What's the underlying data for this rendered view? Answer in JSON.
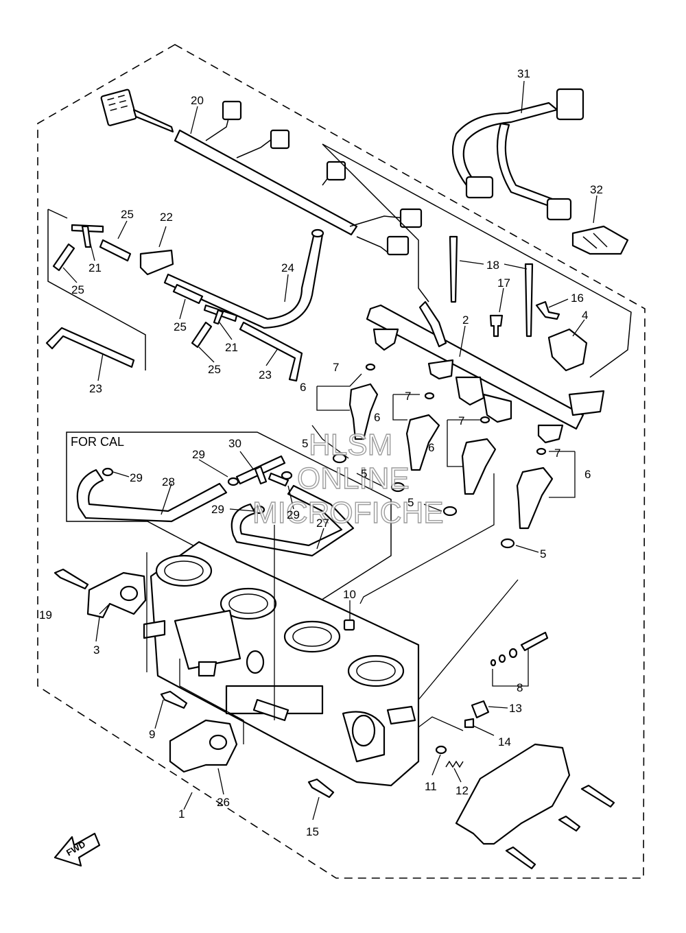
{
  "note": "FOR CAL",
  "arrow_label": "FWD",
  "watermark": [
    "HLSM",
    "ONLINE",
    "MICROFICHE"
  ],
  "callouts": [
    {
      "id": "c31",
      "label": "31"
    },
    {
      "id": "c32",
      "label": "32"
    },
    {
      "id": "c20",
      "label": "20"
    },
    {
      "id": "c25a",
      "label": "25"
    },
    {
      "id": "c22",
      "label": "22"
    },
    {
      "id": "c21a",
      "label": "21"
    },
    {
      "id": "c25b",
      "label": "25"
    },
    {
      "id": "c24",
      "label": "24"
    },
    {
      "id": "c18",
      "label": "18"
    },
    {
      "id": "c17",
      "label": "17"
    },
    {
      "id": "c16",
      "label": "16"
    },
    {
      "id": "c4",
      "label": "4"
    },
    {
      "id": "c2",
      "label": "2"
    },
    {
      "id": "c25c",
      "label": "25"
    },
    {
      "id": "c21b",
      "label": "21"
    },
    {
      "id": "c25d",
      "label": "25"
    },
    {
      "id": "c23a",
      "label": "23"
    },
    {
      "id": "c23b",
      "label": "23"
    },
    {
      "id": "c7a",
      "label": "7"
    },
    {
      "id": "c6a",
      "label": "6"
    },
    {
      "id": "c7b",
      "label": "7"
    },
    {
      "id": "c6b",
      "label": "6"
    },
    {
      "id": "c7c",
      "label": "7"
    },
    {
      "id": "c6c",
      "label": "6"
    },
    {
      "id": "c7d",
      "label": "7"
    },
    {
      "id": "c6d",
      "label": "6"
    },
    {
      "id": "c5a",
      "label": "5"
    },
    {
      "id": "c5b",
      "label": "5"
    },
    {
      "id": "c5c",
      "label": "5"
    },
    {
      "id": "c5d",
      "label": "5"
    },
    {
      "id": "c30",
      "label": "30"
    },
    {
      "id": "c29a",
      "label": "29"
    },
    {
      "id": "c29b",
      "label": "29"
    },
    {
      "id": "c28",
      "label": "28"
    },
    {
      "id": "c29c",
      "label": "29"
    },
    {
      "id": "c29d",
      "label": "29"
    },
    {
      "id": "c27",
      "label": "27"
    },
    {
      "id": "c10",
      "label": "10"
    },
    {
      "id": "c19",
      "label": "19"
    },
    {
      "id": "c3",
      "label": "3"
    },
    {
      "id": "c8",
      "label": "8"
    },
    {
      "id": "c13",
      "label": "13"
    },
    {
      "id": "c14",
      "label": "14"
    },
    {
      "id": "c9",
      "label": "9"
    },
    {
      "id": "c11",
      "label": "11"
    },
    {
      "id": "c12",
      "label": "12"
    },
    {
      "id": "c26",
      "label": "26"
    },
    {
      "id": "c1",
      "label": "1"
    },
    {
      "id": "c15",
      "label": "15"
    }
  ]
}
